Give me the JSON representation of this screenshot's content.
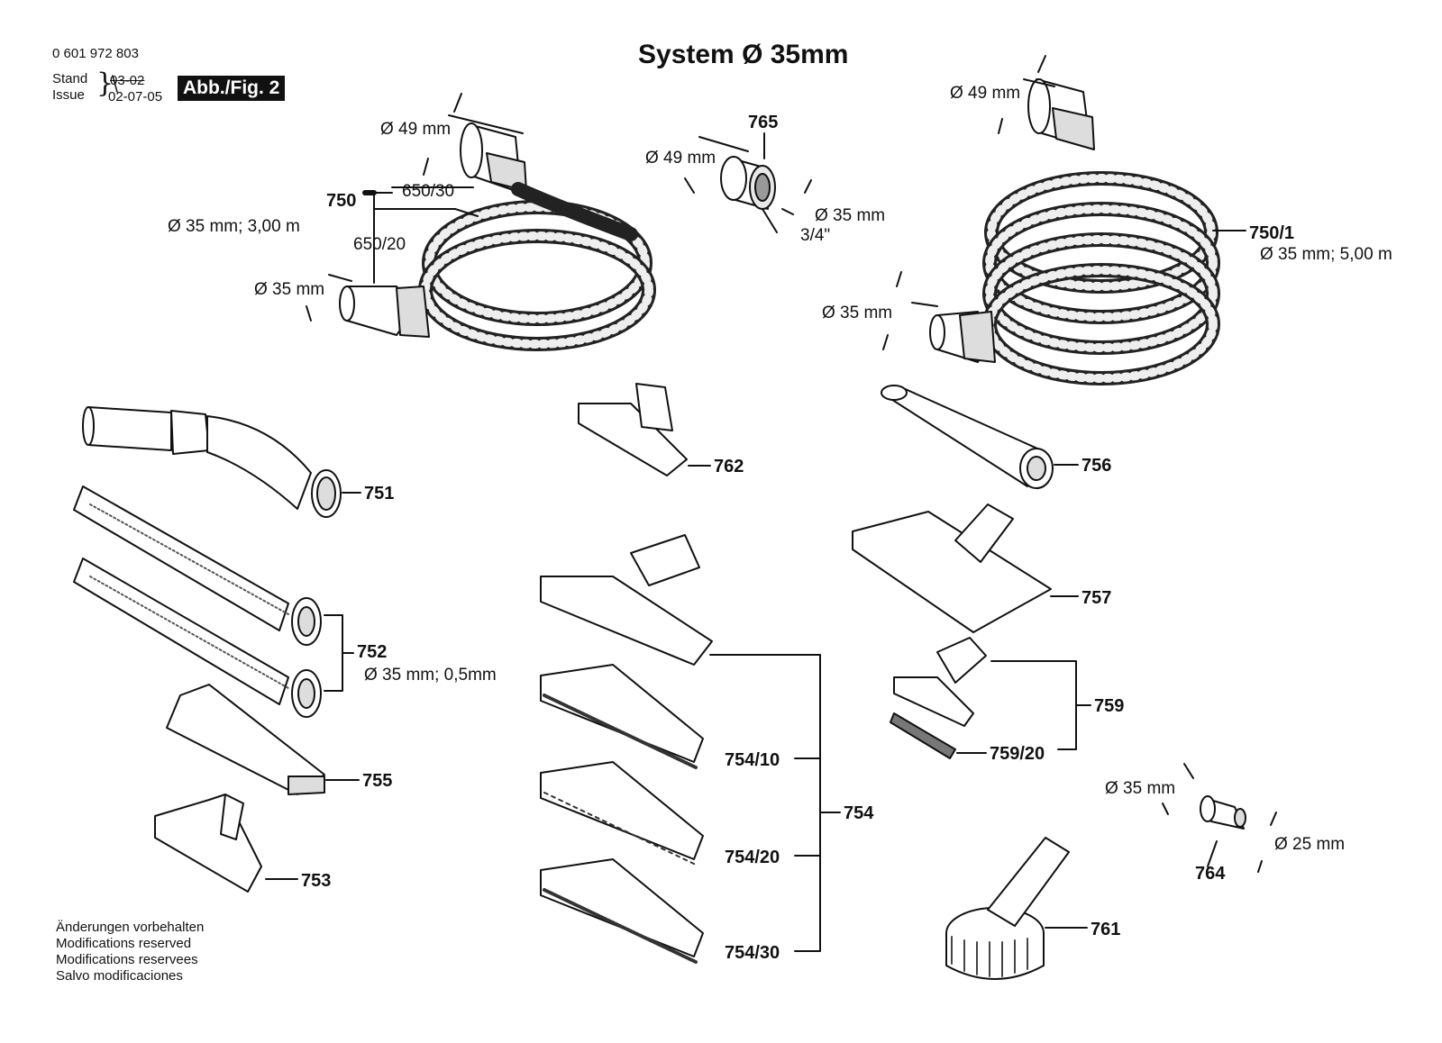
{
  "header": {
    "doc_number": "0 601 972 803",
    "stand_label": "Stand",
    "issue_label": "Issue",
    "stand_value": "03-02",
    "issue_value": "02-07-05",
    "figure_badge": "Abb./Fig. 2",
    "title": "System Ø 35mm"
  },
  "labels": {
    "hose750_d49": "Ø 49 mm",
    "hose750_id": "750",
    "hose750_sub1": "650/30",
    "hose750_sub2": "650/20",
    "hose750_spec": "Ø 35 mm; 3,00 m",
    "hose750_d35": "Ø 35 mm",
    "adapter765_id": "765",
    "adapter765_d49": "Ø 49 mm",
    "adapter765_d35": "Ø 35 mm",
    "adapter765_thread": "3/4\"",
    "hose7501_d49": "Ø 49 mm",
    "hose7501_id": "750/1",
    "hose7501_spec": "Ø 35 mm; 5,00 m",
    "hose7501_d35": "Ø 35 mm",
    "p751": "751",
    "p752": "752",
    "p752_spec": "Ø 35 mm; 0,5mm",
    "p755": "755",
    "p753": "753",
    "p762": "762",
    "p754": "754",
    "p754_10": "754/10",
    "p754_20": "754/20",
    "p754_30": "754/30",
    "p756": "756",
    "p757": "757",
    "p759": "759",
    "p759_20": "759/20",
    "p764": "764",
    "p764_d35": "Ø 35 mm",
    "p764_d25": "Ø 25 mm",
    "p761": "761"
  },
  "footer": {
    "line1": "Änderungen vorbehalten",
    "line2": "Modifications reserved",
    "line3": "Modifications reservees",
    "line4": "Salvo modificaciones"
  }
}
